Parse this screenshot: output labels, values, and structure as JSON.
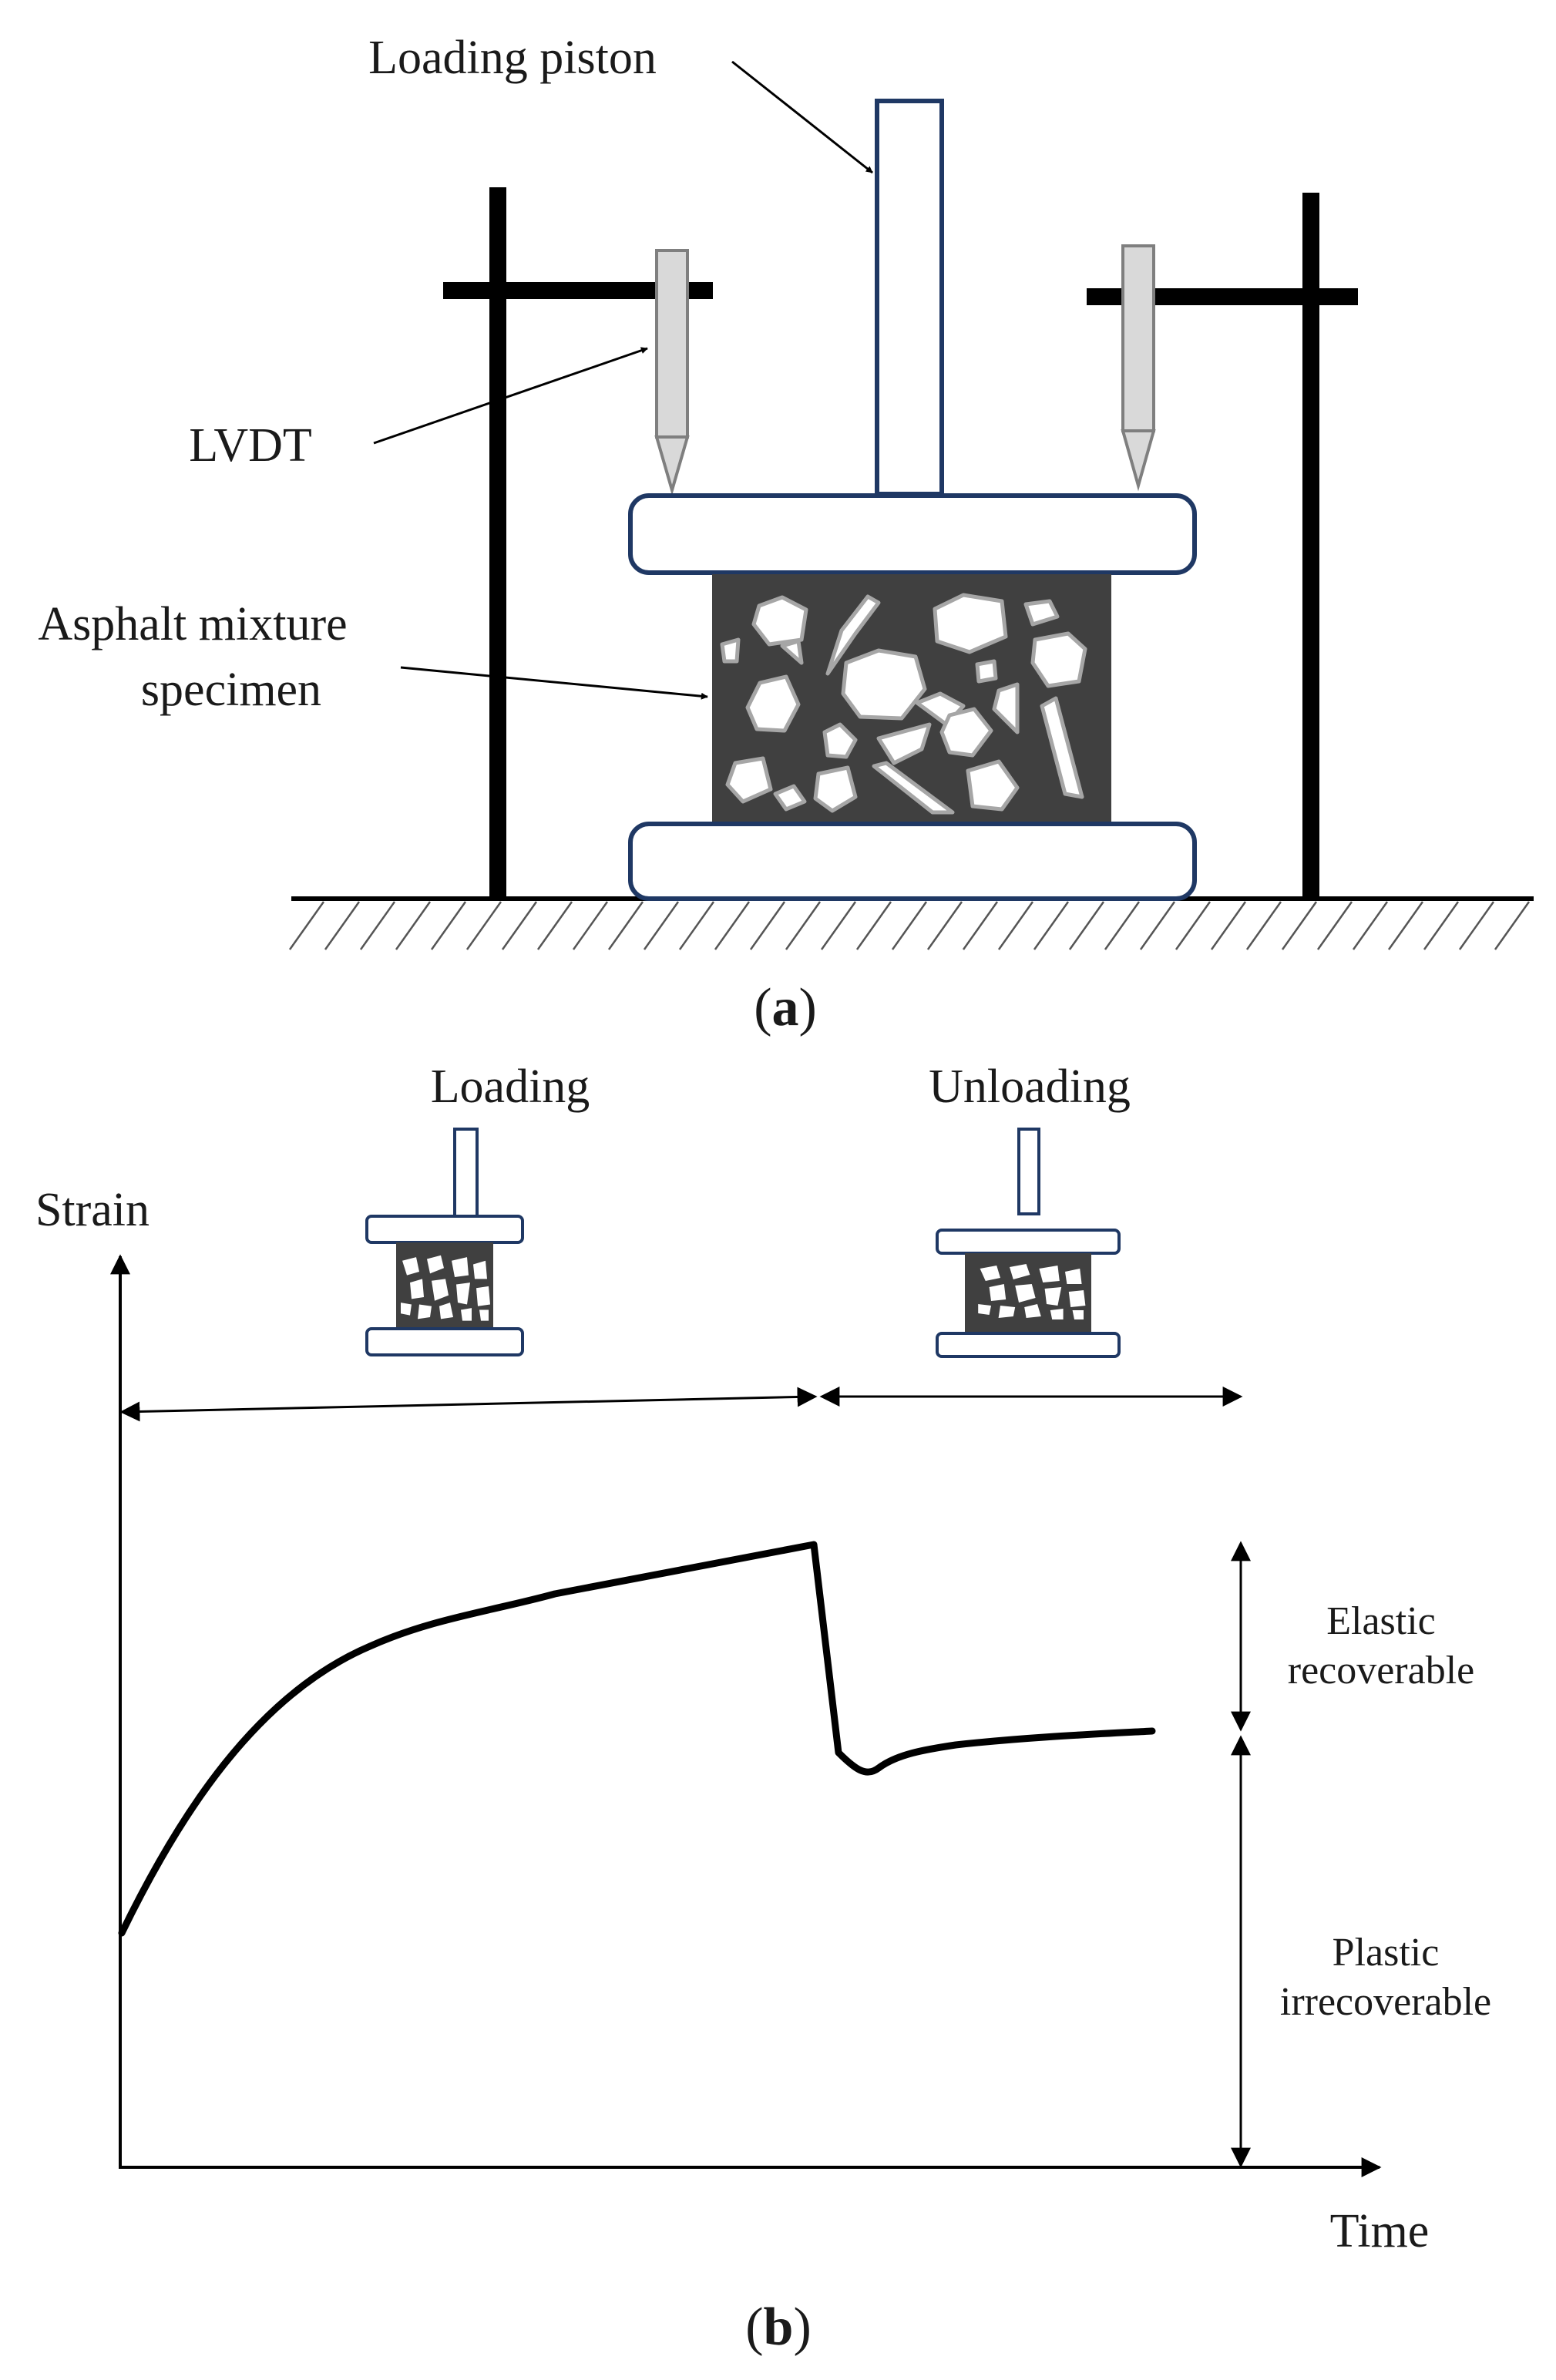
{
  "panel_a": {
    "labels": {
      "loading_piston": "Loading piston",
      "lvdt": "LVDT",
      "specimen_line1": "Asphalt mixture",
      "specimen_line2": "specimen"
    },
    "caption": {
      "open": "(",
      "letter": "a",
      "close": ")"
    }
  },
  "panel_b": {
    "phase_labels": {
      "loading": "Loading",
      "unloading": "Unloading"
    },
    "axes": {
      "ylabel": "Strain",
      "xlabel": "Time"
    },
    "annotations": {
      "elastic_line1": "Elastic",
      "elastic_line2": "recoverable",
      "plastic_line1": "Plastic",
      "plastic_line2": "irrecoverable"
    },
    "caption": {
      "open": "(",
      "letter": "b",
      "close": ")"
    }
  },
  "colors": {
    "frame_outline": "#1f3864",
    "specimen_fill": "#404040",
    "aggregate_fill": "#ffffff",
    "aggregate_edge": "#a6a6a6",
    "lvdt_fill": "#d9d9d9",
    "lvdt_edge": "#7f7f7f",
    "stand": "#000000"
  }
}
